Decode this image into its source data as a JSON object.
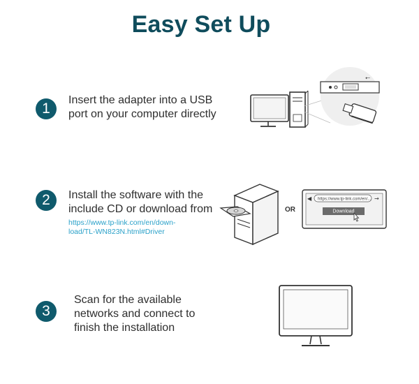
{
  "title": "Easy Set Up",
  "steps": [
    {
      "number": "1",
      "text": "Insert the adapter into a USB\nport on your computer directly"
    },
    {
      "number": "2",
      "text": "Install the software with the\ninclude CD or download from",
      "link": "https://www.tp-link.com/en/down-\nload/TL-WN823N.html#Driver"
    },
    {
      "number": "3",
      "text": "Scan for the available\nnetworks and connect to\nfinish the installation"
    }
  ],
  "illustrations": {
    "or_label": "OR",
    "browser_url": "https://www.tp-link.com/en/...",
    "download_button": "Download"
  },
  "colors": {
    "title": "#0f4c5c",
    "badge": "#0f5a6c",
    "link": "#2aa1c9"
  }
}
